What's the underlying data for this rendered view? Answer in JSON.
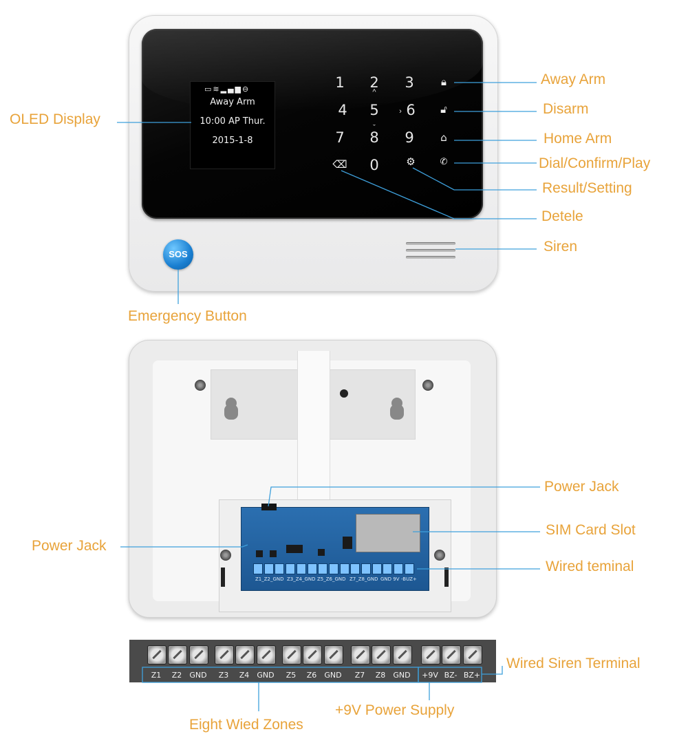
{
  "front": {
    "oled": {
      "line1": "Away Arm",
      "line2": "10:00 AP  Thur.",
      "line3": "2015-1-8"
    },
    "status_icons": [
      "battery-icon",
      "wifi-icon",
      "signal-icon",
      "no-entry-icon"
    ],
    "keys": [
      "1",
      "2",
      "3",
      "4",
      "5",
      "6",
      "7",
      "8",
      "9",
      "0"
    ],
    "sos_label": "SOS"
  },
  "callouts": {
    "oled_display": "OLED Display",
    "away_arm": "Away Arm",
    "disarm": "Disarm",
    "home_arm": "Home Arm",
    "dial": "Dial/Confirm/Play",
    "result": "Result/Setting",
    "delete": "Detele",
    "siren": "Siren",
    "emergency": "Emergency Button",
    "power_jack_right": "Power Jack",
    "sim_slot": "SIM Card Slot",
    "wired_terminal": "Wired teminal",
    "power_jack_left": "Power Jack",
    "wired_siren": "Wired Siren Terminal",
    "power_supply": "+9V Power Supply",
    "zones": "Eight Wied Zones"
  },
  "pcb_labels": [
    "Z1_Z2_GND",
    "Z3_Z4_GND",
    "Z5_Z6_GND",
    "Z7_Z8_GND",
    "GND 9V",
    "-BUZ+"
  ],
  "terminals": [
    "Z1",
    "Z2",
    "GND",
    "Z3",
    "Z4",
    "GND",
    "Z5",
    "Z6",
    "GND",
    "Z7",
    "Z8",
    "GND",
    "+9V",
    "BZ-",
    "BZ+"
  ],
  "colors": {
    "callout": "#e8a33a",
    "leader": "#3ea0dc",
    "sos": "#1a7fd1",
    "pcb": "#2b6fb0"
  }
}
